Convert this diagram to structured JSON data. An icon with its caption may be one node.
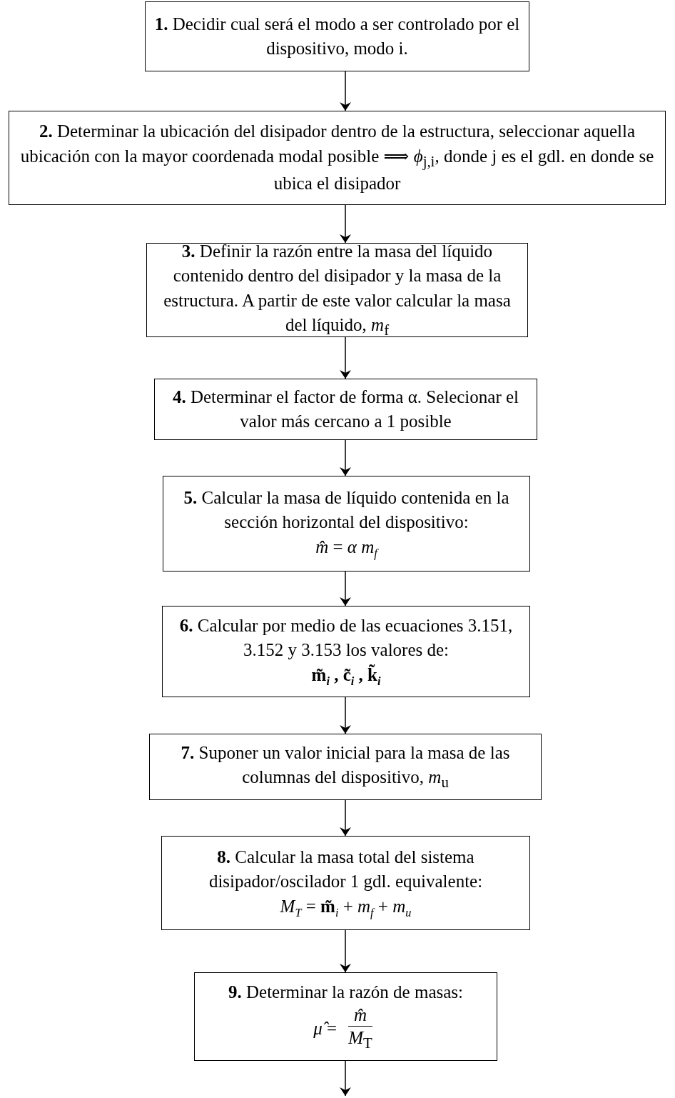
{
  "diagram": {
    "nodes": [
      {
        "text": [
          "**1.** Decidir cual será el modo a ser controlado por el dispositivo, modo i."
        ]
      },
      {
        "text": [
          "**2.** Determinar la ubicación del disipador dentro de la estructura, seleccionar aquella ubicación con la mayor coordenada modal posible ⟹ *ϕ*$_{j,i}$, donde j es el gdl. en donde se ubica el disipador"
        ]
      },
      {
        "text": [
          "**3.** Definir la razón entre la masa del líquido contenido dentro del disipador y la masa de la estructura. A partir de este valor calcular la masa del líquido, *m*$_{f}$"
        ]
      },
      {
        "text": [
          "**4.** Determinar el factor de forma α. Selecionar el valor más cercano a 1 posible"
        ]
      },
      {
        "text": [
          "**5.** Calcular la masa de líquido contenida en la sección horizontal del dispositivo:",
          "*m̂* = *α m*$_{f}$"
        ]
      },
      {
        "text": [
          "**6.** Calcular por medio de las ecuaciones 3.151, 3.152 y 3.153 los valores de:",
          "m̃$_{i}$ , c̃$_{i}$ , k̃$_{i}$"
        ]
      },
      {
        "text": [
          "**7.** Suponer un valor inicial para la masa de las columnas del dispositivo, *m*$_{u}$"
        ]
      },
      {
        "text": [
          "**8.** Calcular la masa total del sistema disipador/oscilador 1 gdl. equivalente:",
          "*M*$_{T}$ = **m̃**$_{i}$ + *m*$_{f}$ + *m*$_{u}$"
        ]
      },
      {
        "text": [
          "**9.** Determinar la razón de masas:",
          "*μ̂* =",
          "*m̂*",
          "*M*$_{T}$"
        ]
      }
    ],
    "edges": [
      {
        "from": 0,
        "to": 1,
        "arrow": "to"
      },
      {
        "from": 1,
        "to": 2,
        "arrow": "to"
      },
      {
        "from": 2,
        "to": 3,
        "arrow": "to"
      },
      {
        "from": 3,
        "to": 4,
        "arrow": "to"
      },
      {
        "from": 4,
        "to": 5,
        "arrow": "to"
      },
      {
        "from": 5,
        "to": 6,
        "arrow": "to"
      },
      {
        "from": 6,
        "to": 7,
        "arrow": "to"
      },
      {
        "from": 7,
        "to": 8,
        "arrow": "to"
      },
      {
        "from": 8,
        "to": null,
        "arrow": "to"
      }
    ]
  }
}
